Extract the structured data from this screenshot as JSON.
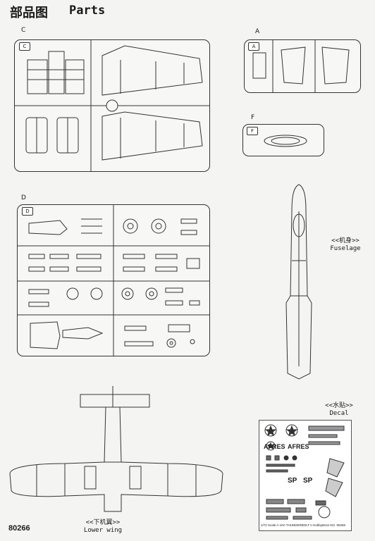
{
  "header": {
    "title_cn": "部品图",
    "title_en": "Parts"
  },
  "sprues": {
    "c": {
      "letter": "C",
      "tag": "C"
    },
    "a": {
      "letter": "A",
      "tag": "A"
    },
    "f": {
      "letter": "F",
      "tag": "F"
    },
    "d": {
      "letter": "D",
      "tag": "D"
    }
  },
  "labels": {
    "fuselage_cn": "<<机身>>",
    "fuselage_en": "Fuselage",
    "decal_cn": "<<水贴>>",
    "decal_en": "Decal",
    "lower_wing_cn": "<<下机翼>>",
    "lower_wing_en": "Lower wing"
  },
  "decal_sheet": {
    "afres_1": "AFRES",
    "afres_2": "AFRES",
    "sp_1": "SP",
    "sp_2": "SP",
    "footer": "1/72 Scale  A-10A THUNDERBOLT II HobbyBoss NO. 80266"
  },
  "footer": {
    "product_code": "80266"
  }
}
